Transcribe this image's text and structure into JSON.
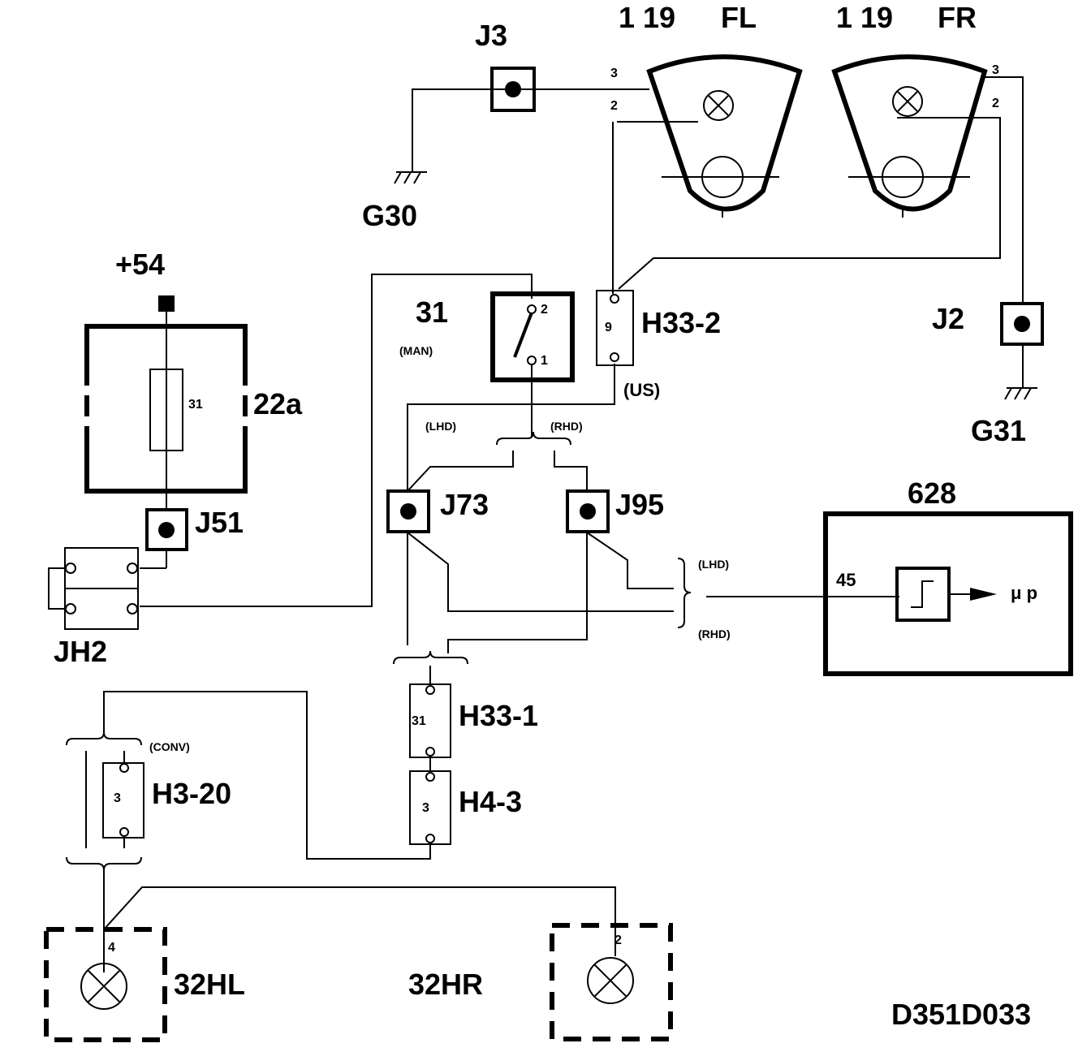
{
  "diagram_id": "D351D033",
  "supply": "+54",
  "headlamp_fl": {
    "num": "1 19",
    "side": "FL"
  },
  "headlamp_fr": {
    "num": "1 19",
    "side": "FR"
  },
  "pins": {
    "p3": "3",
    "p2": "2",
    "p1": "1",
    "p4": "4"
  },
  "connectors": {
    "j3": "J3",
    "j2": "J2",
    "j51": "J51",
    "j73": "J73",
    "j95": "J95",
    "jh2": "JH2",
    "h33_2": {
      "label": "H33-2",
      "pin": "9"
    },
    "h33_1": {
      "label": "H33-1",
      "pin": "31"
    },
    "h4_3": {
      "label": "H4-3",
      "pin": "3"
    },
    "h3_20": {
      "label": "H3-20",
      "pin": "3"
    }
  },
  "grounds": {
    "g30": "G30",
    "g31": "G31"
  },
  "fuse_box": {
    "label": "22a",
    "fuse": "31"
  },
  "switch": {
    "label": "31",
    "variant": "(MAN)"
  },
  "variants": {
    "lhd": "(LHD)",
    "rhd": "(RHD)",
    "us": "(US)",
    "conv": "(CONV)"
  },
  "module": {
    "label": "628",
    "pin": "45",
    "output": "μ p"
  },
  "lamps": {
    "left": "32HL",
    "right": "32HR"
  }
}
